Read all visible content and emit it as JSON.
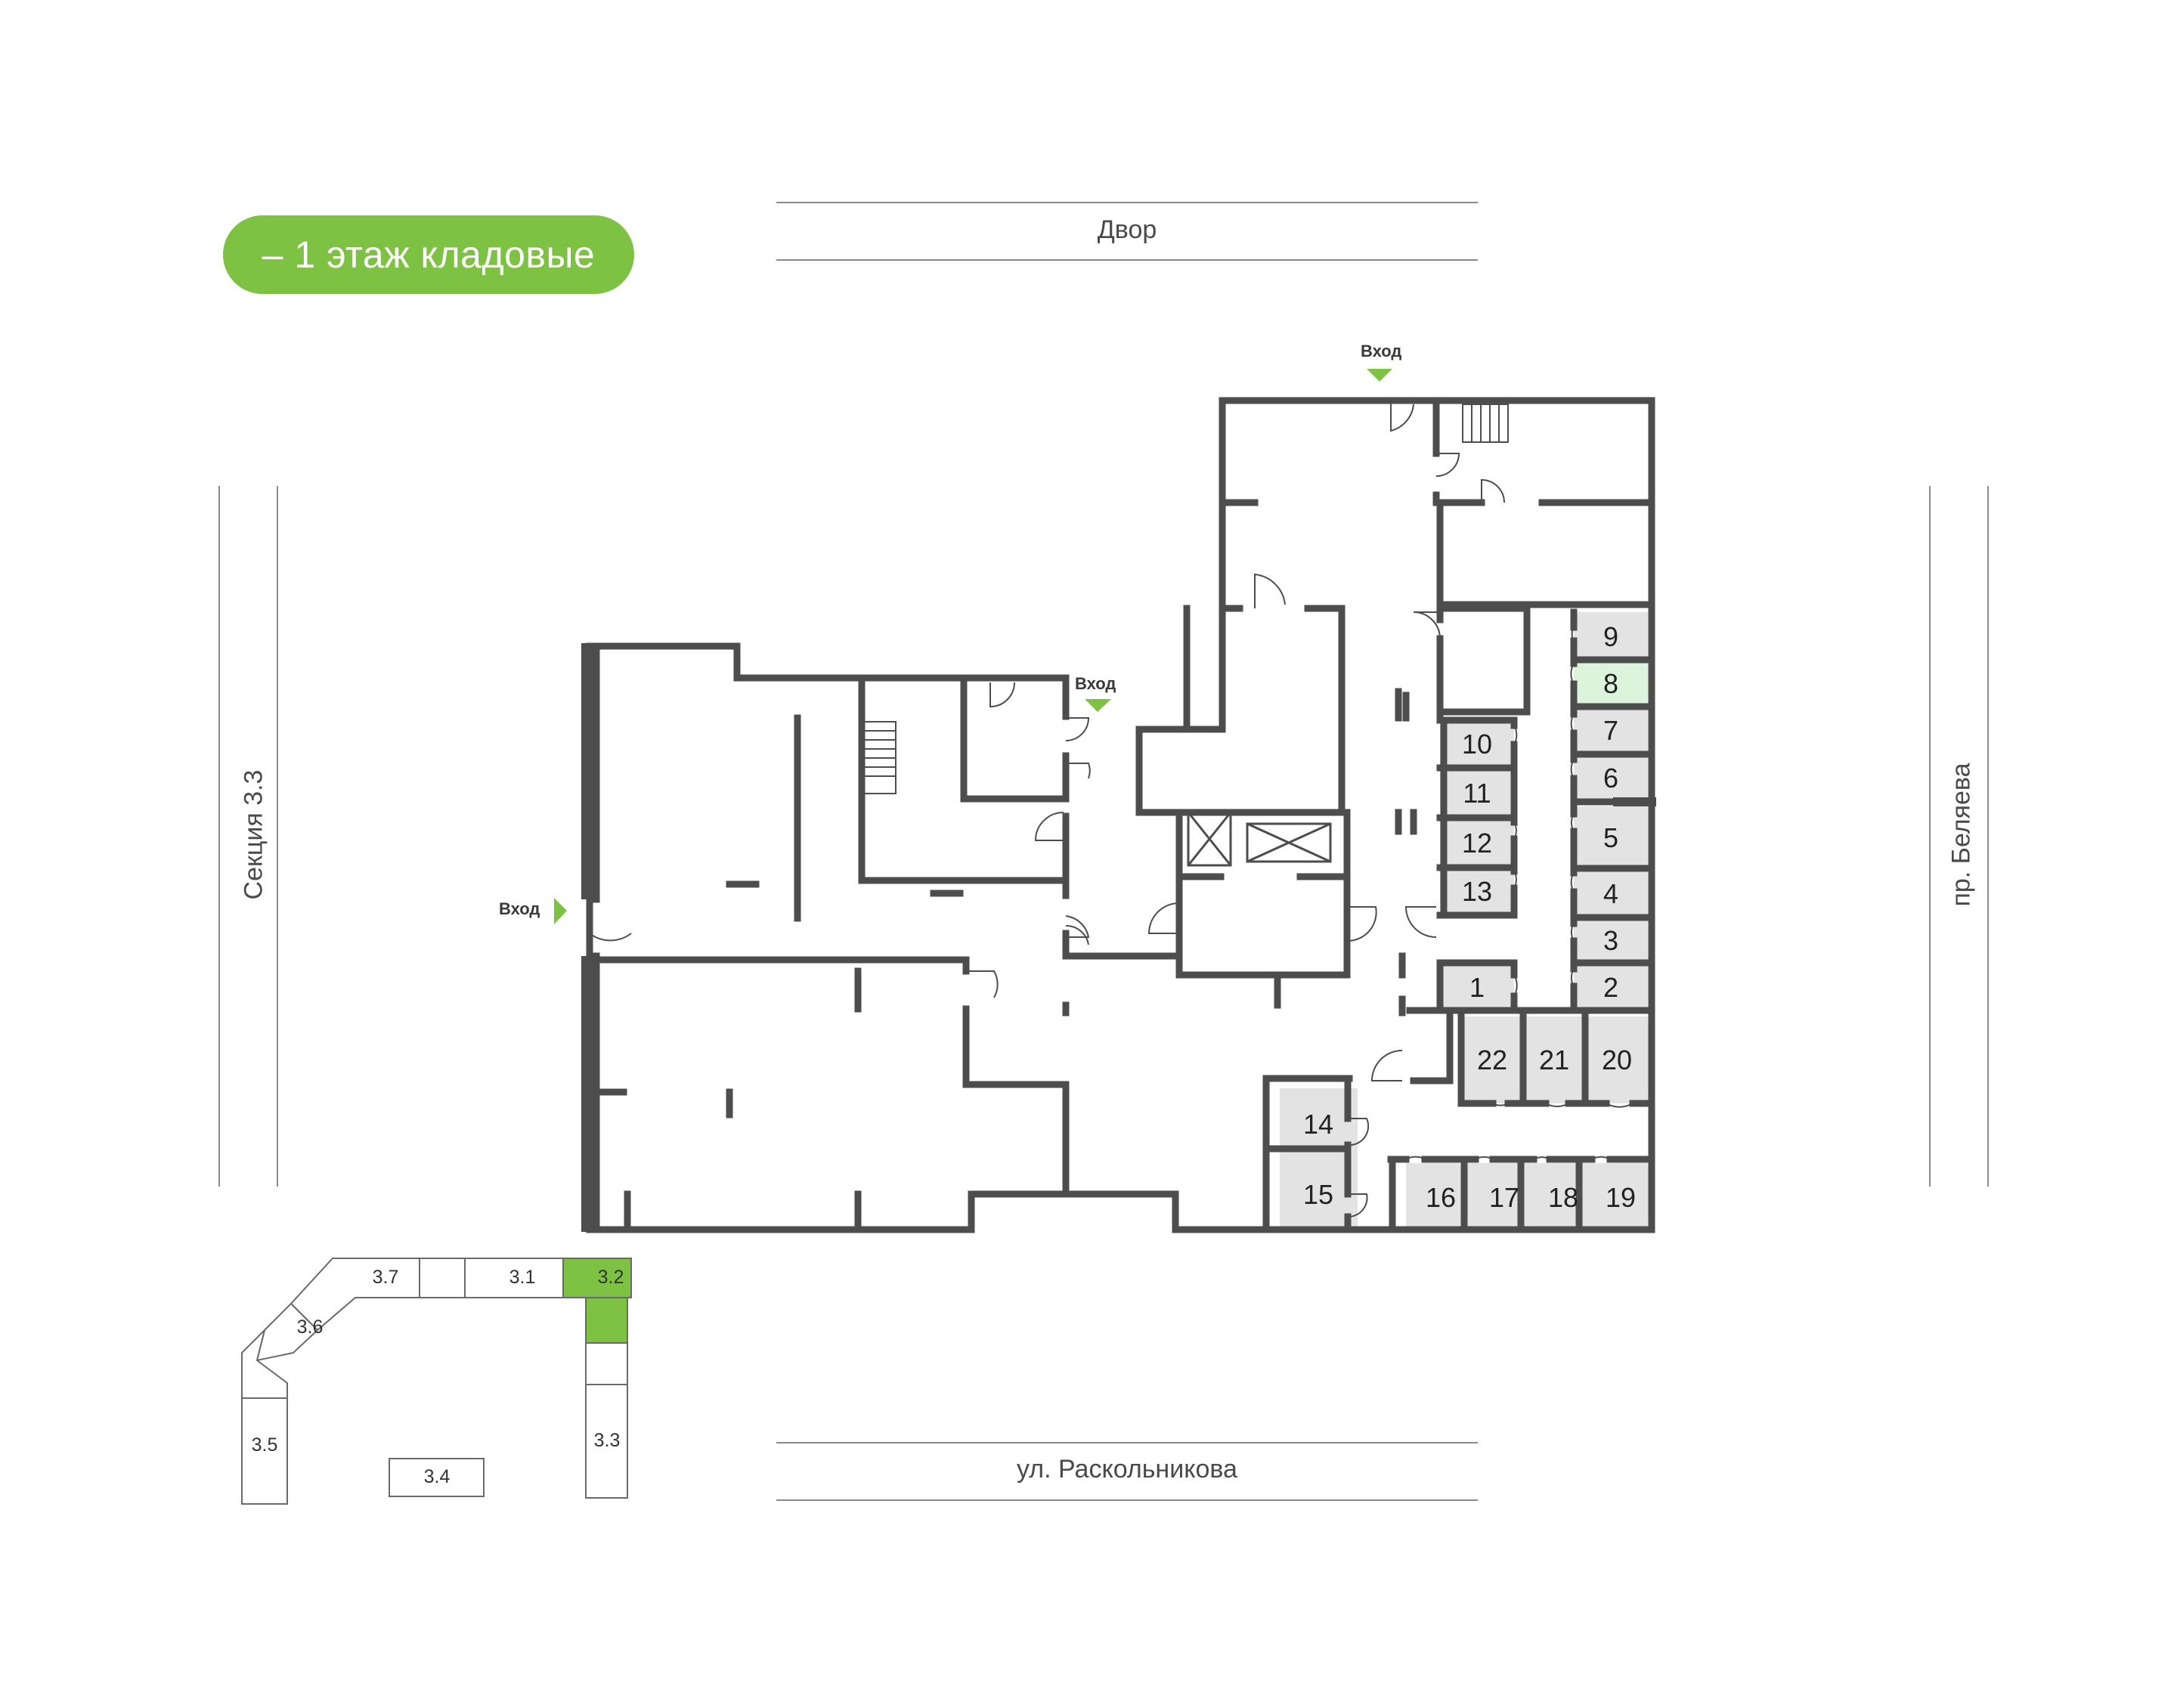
{
  "floor_badge": "– 1 этаж кладовые",
  "streets": {
    "top": "Двор",
    "bottom": "ул. Раскольникова",
    "left": "Секция 3.3",
    "right": "пр. Беляева"
  },
  "entrance_label": "Вход",
  "storage_units": [
    {
      "id": "9",
      "selected": false
    },
    {
      "id": "8",
      "selected": true
    },
    {
      "id": "7",
      "selected": false
    },
    {
      "id": "6",
      "selected": false
    },
    {
      "id": "5",
      "selected": false
    },
    {
      "id": "4",
      "selected": false
    },
    {
      "id": "3",
      "selected": false
    },
    {
      "id": "2",
      "selected": false
    },
    {
      "id": "1",
      "selected": false
    },
    {
      "id": "10",
      "selected": false
    },
    {
      "id": "11",
      "selected": false
    },
    {
      "id": "12",
      "selected": false
    },
    {
      "id": "13",
      "selected": false
    },
    {
      "id": "14",
      "selected": false
    },
    {
      "id": "15",
      "selected": false
    },
    {
      "id": "16",
      "selected": false
    },
    {
      "id": "17",
      "selected": false
    },
    {
      "id": "18",
      "selected": false
    },
    {
      "id": "19",
      "selected": false
    },
    {
      "id": "20",
      "selected": false
    },
    {
      "id": "21",
      "selected": false
    },
    {
      "id": "22",
      "selected": false
    }
  ],
  "key_plan": {
    "sections": [
      "3.1",
      "3.2",
      "3.3",
      "3.4",
      "3.5",
      "3.6",
      "3.7"
    ],
    "active_section": "3.2"
  },
  "colors": {
    "accent": "#7dc242",
    "selected_unit": "#dcf3dc",
    "unit_fill": "#e3e3e3",
    "wall": "#4d4d4d"
  }
}
